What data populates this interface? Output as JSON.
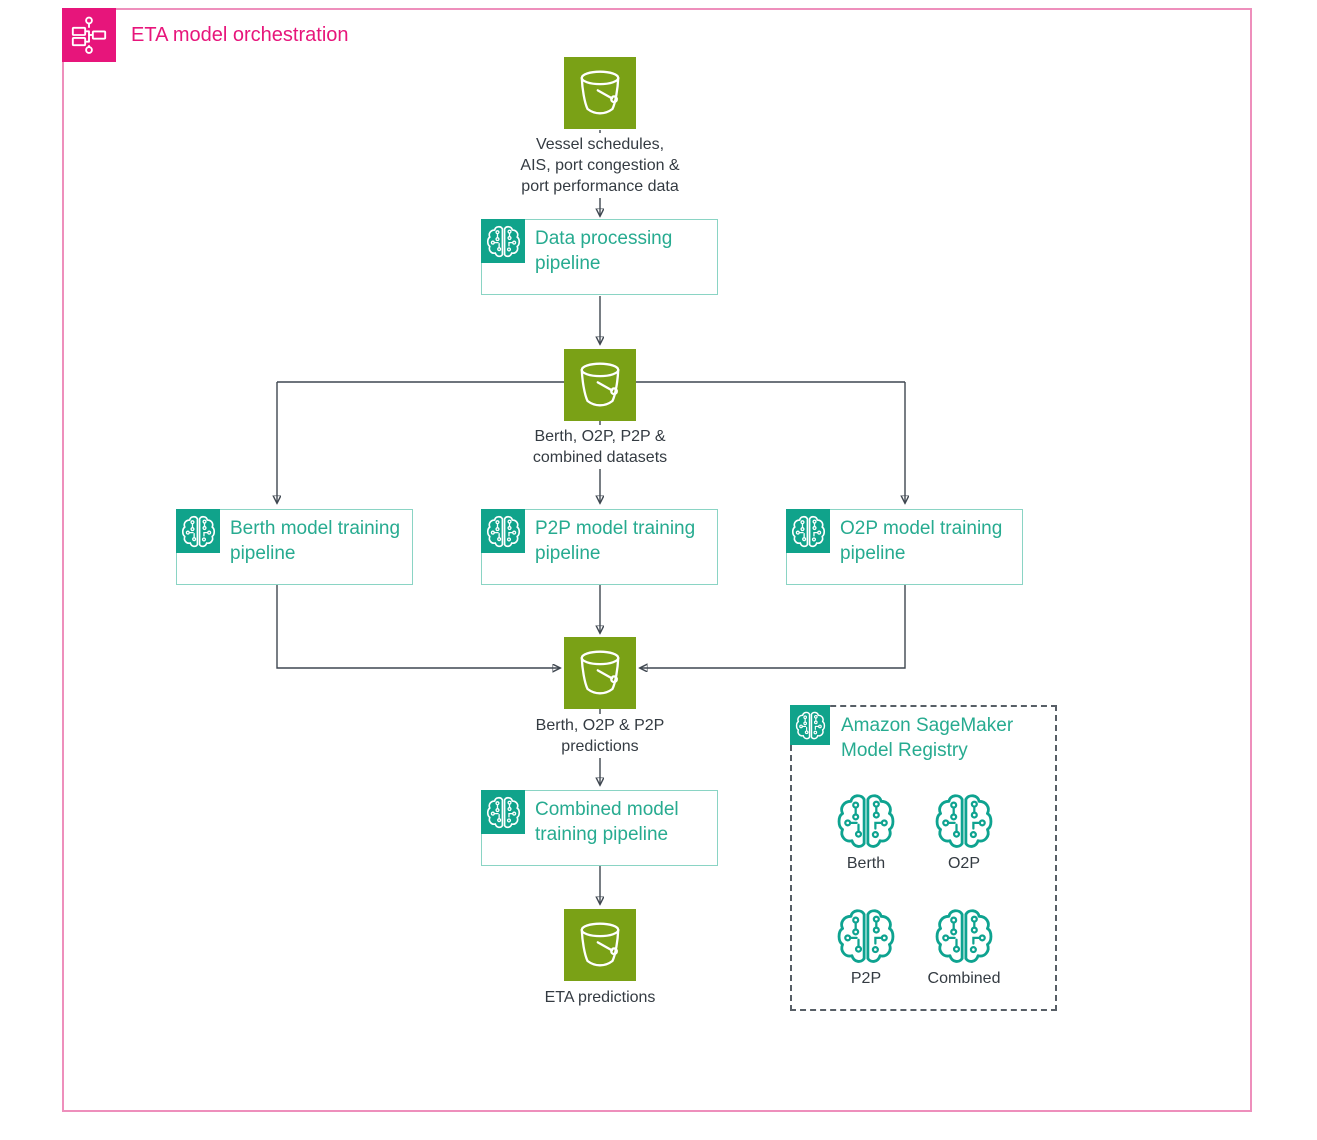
{
  "header": {
    "title": "ETA model orchestration"
  },
  "colors": {
    "accent_pink": "#E7157B",
    "frame_border_pink": "#EE8FBC",
    "s3_green": "#7AA116",
    "sagemaker_teal": "#10A38B",
    "teal_text": "#27AB90",
    "connector_gray": "#3F4750"
  },
  "nodes": {
    "source_bucket": {
      "icon": "s3-bucket-icon",
      "label": "Vessel schedules,\nAIS, port congestion &\nport performance data"
    },
    "processing_pipeline": {
      "icon": "sagemaker-icon",
      "label": "Data processing\npipeline"
    },
    "datasets_bucket": {
      "icon": "s3-bucket-icon",
      "label": "Berth, O2P, P2P &\ncombined datasets"
    },
    "berth_pipeline": {
      "icon": "sagemaker-icon",
      "label": "Berth model training\npipeline"
    },
    "p2p_pipeline": {
      "icon": "sagemaker-icon",
      "label": "P2P model training\npipeline"
    },
    "o2p_pipeline": {
      "icon": "sagemaker-icon",
      "label": "O2P model training\npipeline"
    },
    "predictions_bucket": {
      "icon": "s3-bucket-icon",
      "label": "Berth, O2P & P2P\npredictions"
    },
    "combined_pipeline": {
      "icon": "sagemaker-icon",
      "label": "Combined model\ntraining pipeline"
    },
    "eta_bucket": {
      "icon": "s3-bucket-icon",
      "label": "ETA predictions"
    }
  },
  "registry": {
    "icon": "sagemaker-icon",
    "title": "Amazon SageMaker\nModel Registry",
    "models": [
      {
        "icon": "model-brain-icon",
        "label": "Berth"
      },
      {
        "icon": "model-brain-icon",
        "label": "O2P"
      },
      {
        "icon": "model-brain-icon",
        "label": "P2P"
      },
      {
        "icon": "model-brain-icon",
        "label": "Combined"
      }
    ]
  }
}
